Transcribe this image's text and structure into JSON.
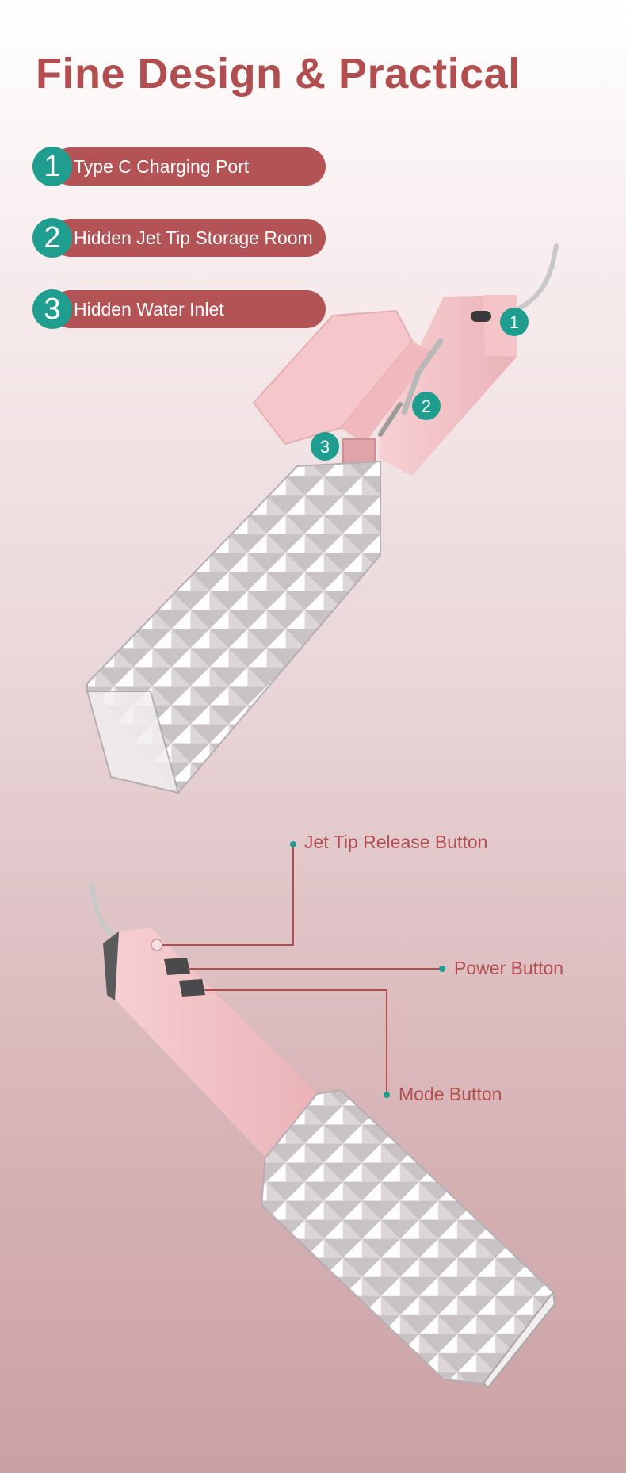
{
  "title": "Fine Design & Practical",
  "features": [
    {
      "number": "1",
      "label": "Type C Charging Port"
    },
    {
      "number": "2",
      "label": "Hidden Jet Tip Storage Room"
    },
    {
      "number": "3",
      "label": "Hidden Water Inlet"
    }
  ],
  "markers": [
    "1",
    "2",
    "3"
  ],
  "callouts": {
    "jet_tip": "Jet Tip Release Button",
    "power": "Power Button",
    "mode": "Mode Button"
  },
  "colors": {
    "accent": "#b34e50",
    "badge": "#1f9e8f",
    "device_body": "#f4c4c8",
    "background_top": "#ffffff",
    "background_bottom": "#caa1a4"
  }
}
